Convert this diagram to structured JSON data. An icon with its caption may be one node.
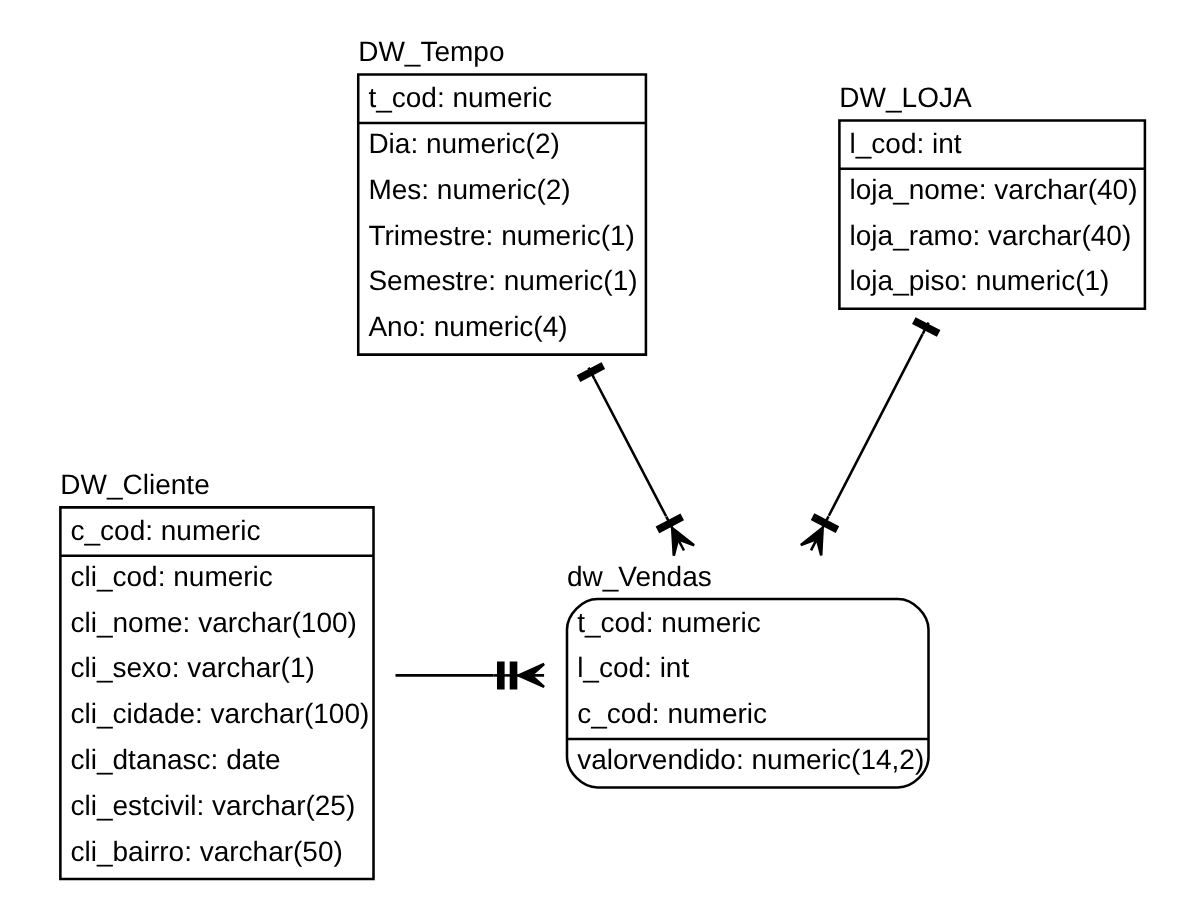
{
  "diagram": {
    "nodes": [
      {
        "text": [
          "DW_Tempo",
          "t_cod: numeric",
          "Dia: numeric(2)",
          "Mes: numeric(2)",
          "Trimestre: numeric(1)",
          "Semestre: numeric(1)",
          "Ano: numeric(4)"
        ]
      },
      {
        "text": [
          "DW_LOJA",
          "l_cod: int",
          "loja_nome: varchar(40)",
          "loja_ramo: varchar(40)",
          "loja_piso: numeric(1)"
        ]
      },
      {
        "text": [
          "DW_Cliente",
          "c_cod: numeric",
          "cli_cod: numeric",
          "cli_nome: varchar(100)",
          "cli_sexo: varchar(1)",
          "cli_cidade: varchar(100)",
          "cli_dtanasc: date",
          "cli_estcivil: varchar(25)",
          "cli_bairro: varchar(50)"
        ]
      },
      {
        "text": [
          "dw_Vendas",
          "t_cod: numeric",
          "l_cod: int",
          "c_cod: numeric",
          "valorvendido: numeric(14,2)"
        ]
      }
    ],
    "edges": [
      {
        "from": 0,
        "to": 3,
        "arrow": "other"
      },
      {
        "from": 1,
        "to": 3,
        "arrow": "other"
      },
      {
        "from": 2,
        "to": 3,
        "arrow": "other"
      }
    ]
  }
}
